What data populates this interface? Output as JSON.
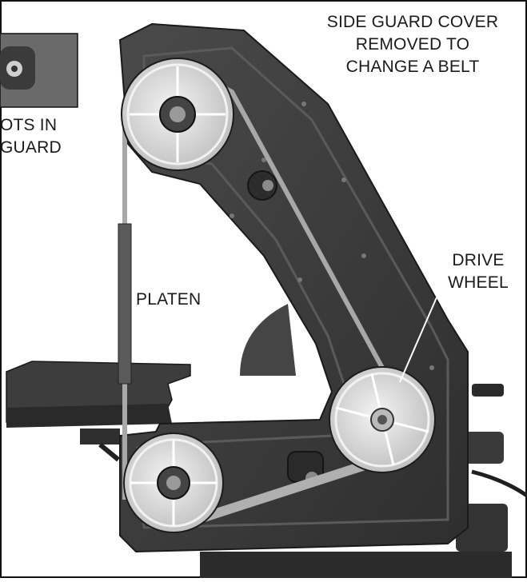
{
  "labels": {
    "inset": [
      "OTS IN",
      "GUARD"
    ],
    "side_guard": [
      "SIDE GUARD COVER",
      "REMOVED TO",
      "CHANGE A BELT"
    ],
    "platen": "PLATEN",
    "drive_wheel": [
      "DRIVE",
      "WHEEL"
    ]
  },
  "colors": {
    "machine_dark": "#3a3a3a",
    "machine_mid": "#565656",
    "frame_edge": "#222222",
    "wheel_face": "#d9d9d9",
    "wheel_rim": "#f2f2f2",
    "belt": "#9a9a9a",
    "border": "#111111",
    "leader": "#ffffff"
  }
}
